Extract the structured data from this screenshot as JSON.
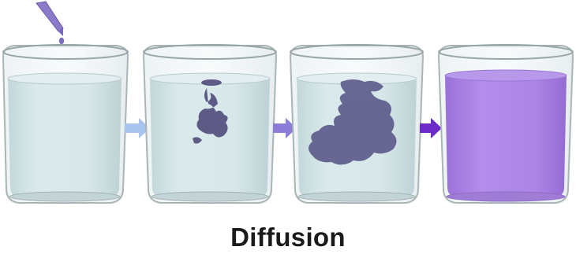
{
  "caption": "Diffusion",
  "colors": {
    "water": "#cfe3e4",
    "glass_edge": "#aab6b8",
    "dye": "#6a5f96",
    "mixed_liquid": "#a77fe0",
    "arrow_light": "#a7c3ee",
    "arrow_mid": "#8c7ed8",
    "arrow_dark": "#6b2cc8"
  },
  "stages": [
    {
      "name": "dye-drop-added",
      "dye_spread": 0.0
    },
    {
      "name": "dye-starting-to-spread",
      "dye_spread": 0.2
    },
    {
      "name": "dye-spreading",
      "dye_spread": 0.55
    },
    {
      "name": "dye-evenly-mixed",
      "dye_spread": 1.0
    }
  ]
}
